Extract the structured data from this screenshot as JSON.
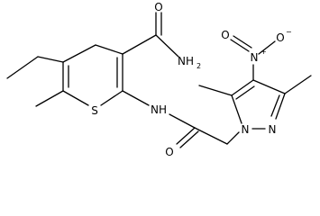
{
  "atoms": {
    "carbonyl_o_top": "O",
    "amide_nh2": "NH",
    "amide_nh2_sub": "2",
    "ring_s": "S",
    "amide_nh": "NH",
    "carbonyl_o_bottom": "O",
    "nitro_n": "N",
    "nitro_n_charge": "+",
    "nitro_o_top": "O",
    "nitro_o_right": "O",
    "nitro_o_charge": "−",
    "pyrazole_n_bottom": "N",
    "pyrazole_n_right": "N"
  }
}
